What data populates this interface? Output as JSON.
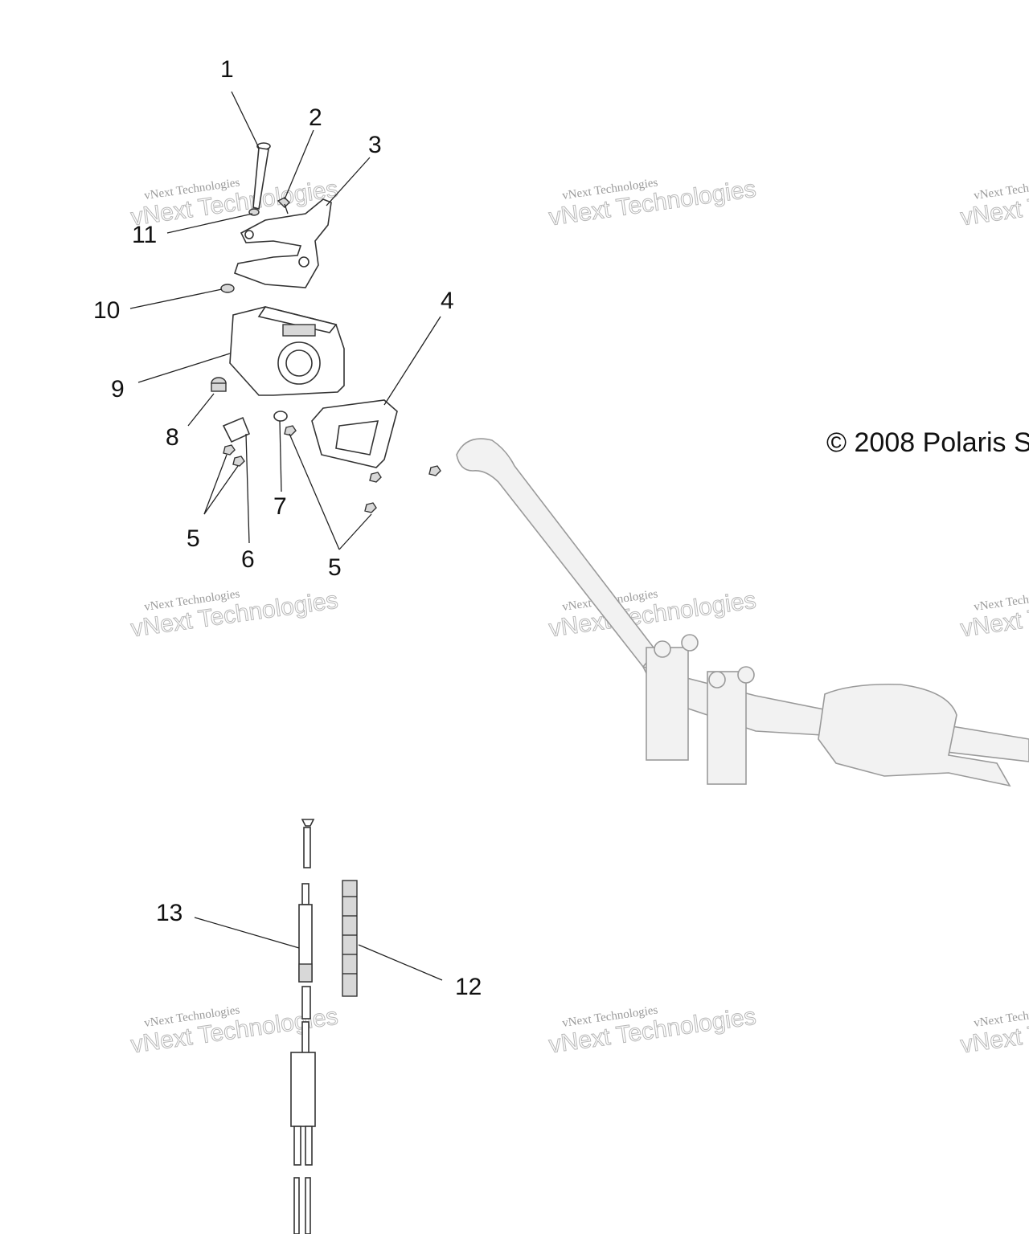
{
  "callouts": {
    "c1": "1",
    "c2": "2",
    "c3": "3",
    "c4": "4",
    "c5a": "5",
    "c5b": "5",
    "c6": "6",
    "c7": "7",
    "c8": "8",
    "c9": "9",
    "c10": "10",
    "c11": "11",
    "c12": "12",
    "c13": "13"
  },
  "copyright": "© 2008 Polaris S",
  "watermark": {
    "line1": "vNext Technologies",
    "line2": "vNext Technologies"
  },
  "colors": {
    "ink": "#111111",
    "watermark": "#9a9a9a",
    "background": "#ffffff"
  }
}
